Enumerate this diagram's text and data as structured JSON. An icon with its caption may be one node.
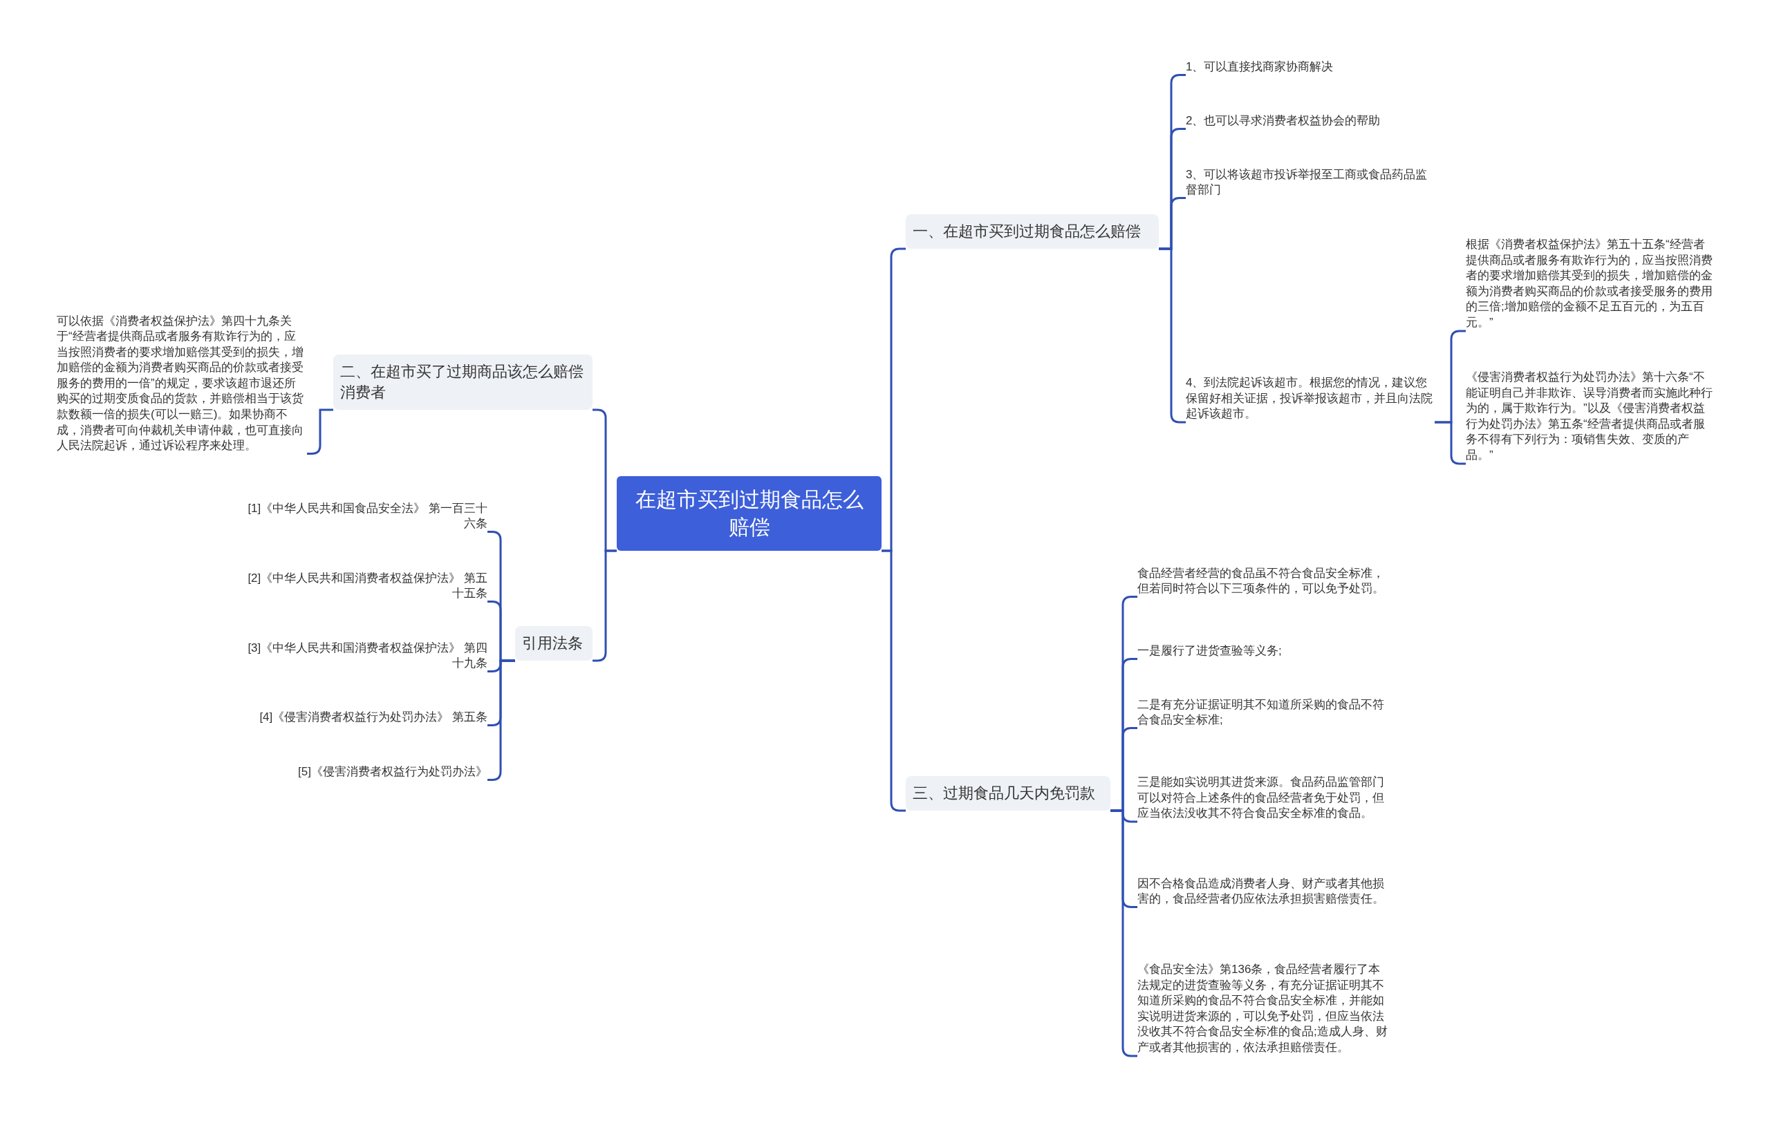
{
  "diagram": {
    "nodes": [
      {
        "text": [
          "在超市买到过期食品怎么赔偿"
        ]
      },
      {
        "text": [
          "一、在超市买到过期食品怎么赔偿"
        ]
      },
      {
        "text": [
          "1、可以直接找商家协商解决"
        ]
      },
      {
        "text": [
          "2、也可以寻求消费者权益协会的帮助"
        ]
      },
      {
        "text": [
          "3、可以将该超市投诉举报至工商或食品药品监督部门"
        ]
      },
      {
        "text": [
          "4、到法院起诉该超市。根据您的情况，建议您保留好相关证据，投诉举报该超市，并且向法院起诉该超市。"
        ]
      },
      {
        "text": [
          "根据《消费者权益保护法》第五十五条“经营者提供商品或者服务有欺诈行为的，应当按照消费者的要求增加赔偿其受到的损失，增加赔偿的金额为消费者购买商品的价款或者接受服务的费用的三倍;增加赔偿的金额不足五百元的，为五百元。”"
        ]
      },
      {
        "text": [
          "《侵害消费者权益行为处罚办法》第十六条“不能证明自己并非欺诈、误导消费者而实施此种行为的，属于欺诈行为。”以及《侵害消费者权益行为处罚办法》第五条“经营者提供商品或者服务不得有下列行为：项销售失效、变质的产品。”"
        ]
      },
      {
        "text": [
          "三、过期食品几天内免罚款"
        ]
      },
      {
        "text": [
          "食品经营者经营的食品虽不符合食品安全标准，但若同时符合以下三项条件的，可以免予处罚。"
        ]
      },
      {
        "text": [
          "一是履行了进货查验等义务;"
        ]
      },
      {
        "text": [
          "二是有充分证据证明其不知道所采购的食品不符合食品安全标准;"
        ]
      },
      {
        "text": [
          "三是能如实说明其进货来源。食品药品监管部门可以对符合上述条件的食品经营者免于处罚，但应当依法没收其不符合食品安全标准的食品。"
        ]
      },
      {
        "text": [
          "因不合格食品造成消费者人身、财产或者其他损害的，食品经营者仍应依法承担损害赔偿责任。"
        ]
      },
      {
        "text": [
          "《食品安全法》第136条，食品经营者履行了本法规定的进货查验等义务，有充分证据证明其不知道所采购的食品不符合食品安全标准，并能如实说明进货来源的，可以免予处罚，但应当依法没收其不符合食品安全标准的食品;造成人身、财产或者其他损害的，依法承担赔偿责任。"
        ]
      },
      {
        "text": [
          "二、在超市买了过期商品该怎么赔偿消费者"
        ]
      },
      {
        "text": [
          "可以依据《消费者权益保护法》第四十九条关于“经营者提供商品或者服务有欺诈行为的，应当按照消费者的要求增加赔偿其受到的损失，增加赔偿的金额为消费者购买商品的价款或者接受服务的费用的一倍”的规定，要求该超市退还所购买的过期变质食品的货款，并赔偿相当于该货款数额一倍的损失(可以一赔三)。如果协商不成，消费者可向仲裁机关申请仲裁，也可直接向人民法院起诉，通过诉讼程序来处理。"
        ]
      },
      {
        "text": [
          "引用法条"
        ]
      },
      {
        "text": [
          "[1]《中华人民共和国食品安全法》 第一百三十六条"
        ]
      },
      {
        "text": [
          "[2]《中华人民共和国消费者权益保护法》 第五十五条"
        ]
      },
      {
        "text": [
          "[3]《中华人民共和国消费者权益保护法》 第四十九条"
        ]
      },
      {
        "text": [
          "[4]《侵害消费者权益行为处罚办法》 第五条"
        ]
      },
      {
        "text": [
          "[5]《侵害消费者权益行为处罚办法》"
        ]
      }
    ],
    "edges": [
      {
        "from": 0,
        "to": 1,
        "arrow": "none"
      },
      {
        "from": 1,
        "to": 2,
        "arrow": "none"
      },
      {
        "from": 1,
        "to": 3,
        "arrow": "none"
      },
      {
        "from": 1,
        "to": 4,
        "arrow": "none"
      },
      {
        "from": 1,
        "to": 5,
        "arrow": "none"
      },
      {
        "from": 5,
        "to": 6,
        "arrow": "none"
      },
      {
        "from": 5,
        "to": 7,
        "arrow": "none"
      },
      {
        "from": 0,
        "to": 8,
        "arrow": "none"
      },
      {
        "from": 8,
        "to": 9,
        "arrow": "none"
      },
      {
        "from": 8,
        "to": 10,
        "arrow": "none"
      },
      {
        "from": 8,
        "to": 11,
        "arrow": "none"
      },
      {
        "from": 8,
        "to": 12,
        "arrow": "none"
      },
      {
        "from": 8,
        "to": 13,
        "arrow": "none"
      },
      {
        "from": 8,
        "to": 14,
        "arrow": "none"
      },
      {
        "from": 0,
        "to": 15,
        "arrow": "none"
      },
      {
        "from": 15,
        "to": 16,
        "arrow": "none"
      },
      {
        "from": 0,
        "to": 17,
        "arrow": "none"
      },
      {
        "from": 17,
        "to": 18,
        "arrow": "none"
      },
      {
        "from": 17,
        "to": 19,
        "arrow": "none"
      },
      {
        "from": 17,
        "to": 20,
        "arrow": "none"
      },
      {
        "from": 17,
        "to": 21,
        "arrow": "none"
      },
      {
        "from": 17,
        "to": 22,
        "arrow": "none"
      }
    ]
  }
}
